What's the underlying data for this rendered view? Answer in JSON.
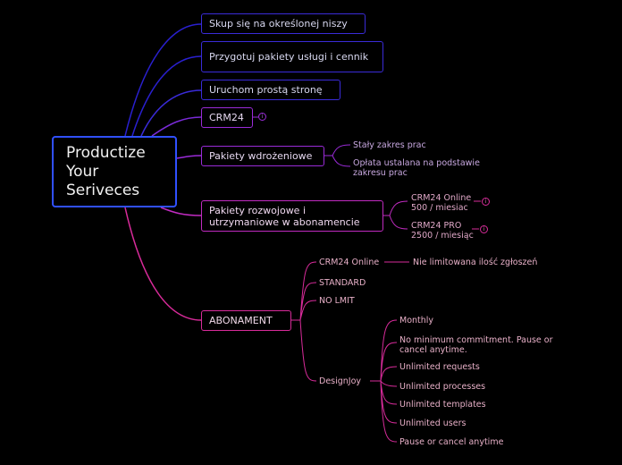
{
  "root": {
    "label": "Productize Your Seriveces"
  },
  "branches": {
    "niche": "Skup się na określonej niszy",
    "packages": "Przygotuj pakiety usługi i cennik",
    "site": "Uruchom prostą stronę",
    "crm": "CRM24",
    "impl": "Pakiety wdrożeniowe",
    "dev": "Pakiety rozwojowe i utrzymaniowe w abonamencie",
    "abo": "ABONAMENT"
  },
  "impl_items": [
    "Stały zakres prac",
    "Opłata ustalana na podstawie zakresu prac"
  ],
  "dev_items": [
    "CRM24 Online 500 / miesiac",
    "CRM24 PRO 2500 / miesiąc"
  ],
  "abo_items": {
    "crm_online": "CRM24 Online",
    "unlimited_tickets": "Nie limitowana ilość zgłoszeń",
    "standard": "STANDARD",
    "no_limit": "NO LMIT",
    "designjoy": "DesignJoy"
  },
  "designjoy_items": [
    "Monthly",
    "No minimum commitment. Pause or cancel anytime.",
    "Unlimited requests",
    "Unlimited processes",
    "Unlimited templates",
    "Unlimited users",
    "Pause or cancel anytime"
  ],
  "badge_symbol": "i",
  "colors": {
    "blue": "#3a2bd8",
    "purple": "#9a2bd8",
    "magenta": "#d82b9a",
    "root_border": "#3050ff"
  }
}
